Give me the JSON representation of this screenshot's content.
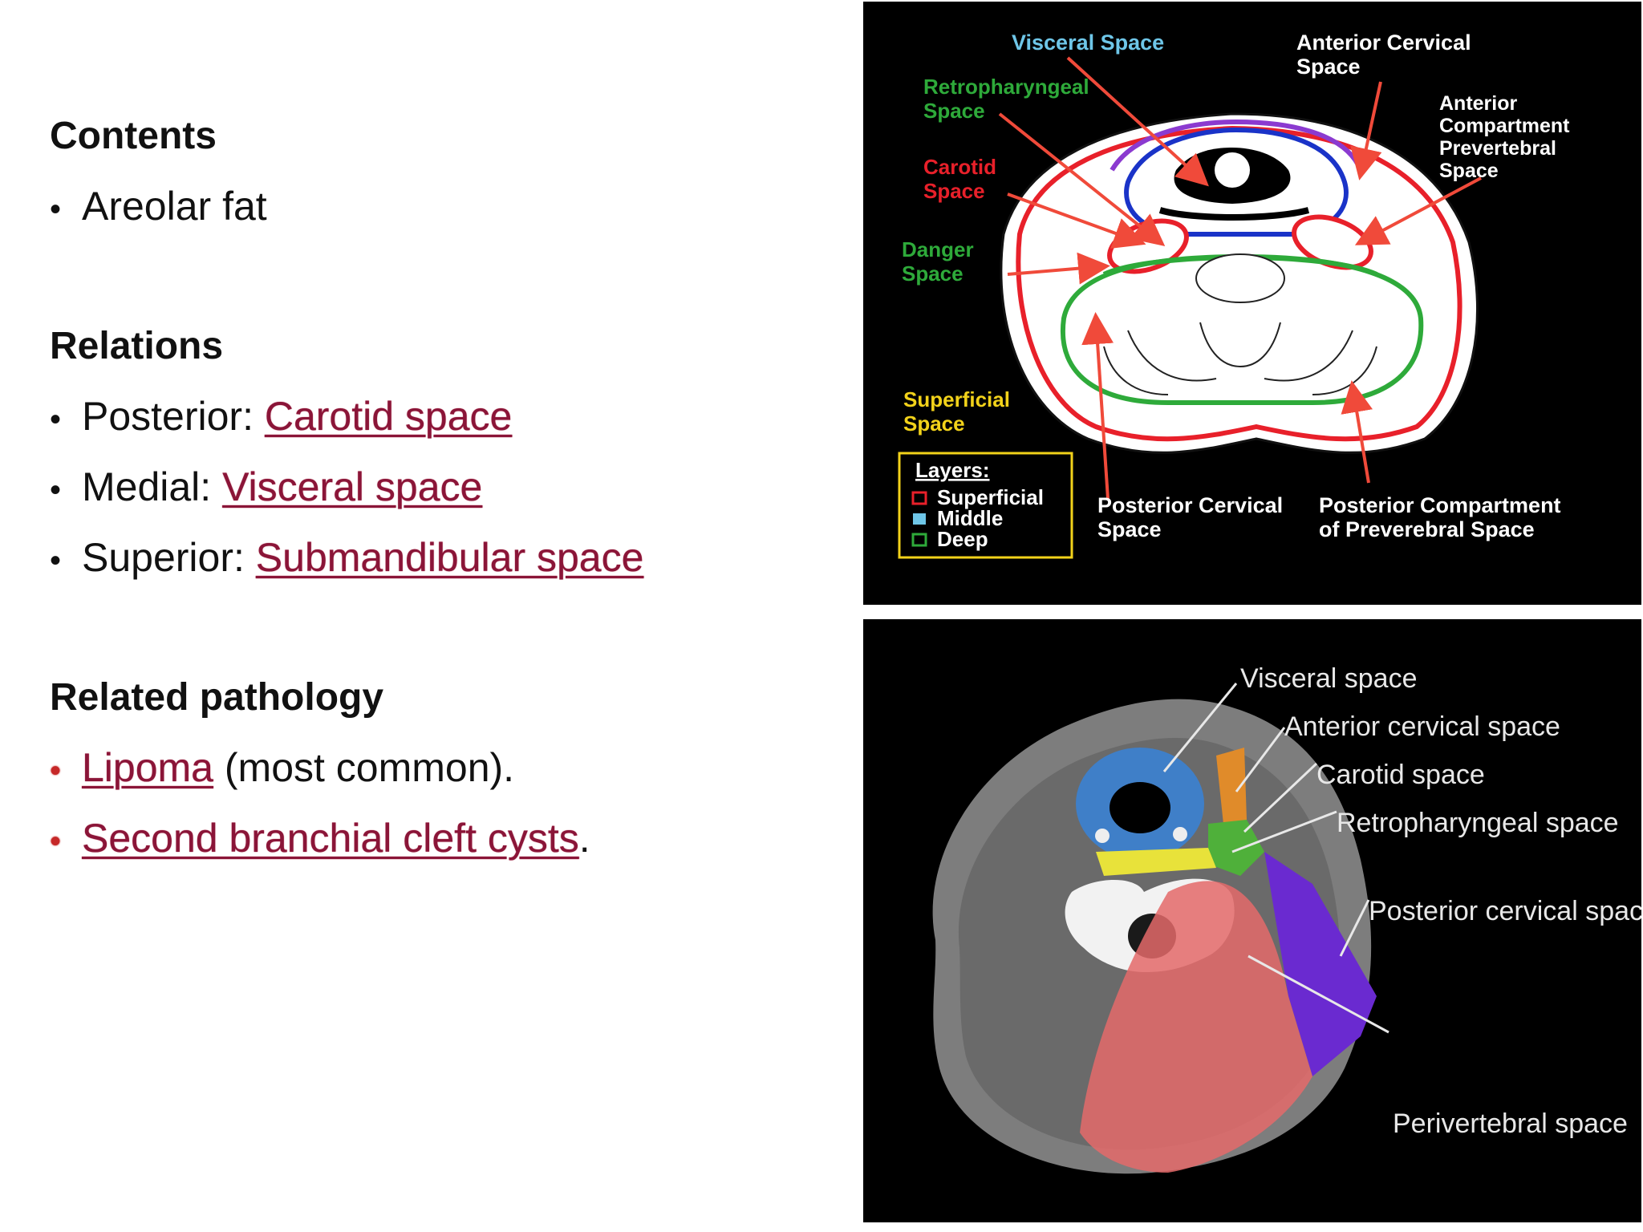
{
  "sections": {
    "contents": {
      "heading": "Contents",
      "items": [
        "Areolar fat"
      ]
    },
    "relations": {
      "heading": "Relations",
      "items": [
        {
          "prefix": "Posterior: ",
          "link": "Carotid space"
        },
        {
          "prefix": "Medial: ",
          "link": "Visceral space"
        },
        {
          "prefix": "Superior: ",
          "link": "Submandibular space"
        }
      ]
    },
    "pathology": {
      "heading": "Related pathology",
      "items": [
        {
          "link": "Lipoma",
          "suffix": " (most common)."
        },
        {
          "link": "Second branchial cleft cysts",
          "suffix": "."
        }
      ]
    }
  },
  "diagram": {
    "labels": {
      "visceral": "Visceral Space",
      "anterior_cervical": [
        "Anterior Cervical",
        "Space"
      ],
      "retropharyngeal": [
        "Retropharyngeal",
        "Space"
      ],
      "anterior_compartment": [
        "Anterior",
        "Compartment",
        "Prevertebral",
        "Space"
      ],
      "carotid": [
        "Carotid",
        "Space"
      ],
      "danger": [
        "Danger",
        "Space"
      ],
      "superficial": [
        "Superficial",
        "Space"
      ],
      "posterior_cervical": [
        "Posterior Cervical",
        "Space"
      ],
      "posterior_compartment": [
        "Posterior Compartment",
        "of Preverebral Space"
      ]
    },
    "legend": {
      "title": "Layers:",
      "items": [
        {
          "label": "Superficial",
          "color": "#e8202a"
        },
        {
          "label": "Middle",
          "color": "#6ec6e8"
        },
        {
          "label": "Deep",
          "color": "#2eaa3a"
        }
      ]
    }
  },
  "ct_image": {
    "labels": {
      "visceral": "Visceral space",
      "anterior_cervical": "Anterior cervical space",
      "carotid": "Carotid space",
      "retropharyngeal": "Retropharyngeal space",
      "posterior_cervical": "Posterior cervical space",
      "perivertebral": "Perivertebral space"
    }
  },
  "colors": {
    "link": "#8a1538",
    "superficial_layer": "#e8202a",
    "middle_layer": "#1a33c8",
    "deep_layer": "#2eaa3a"
  }
}
